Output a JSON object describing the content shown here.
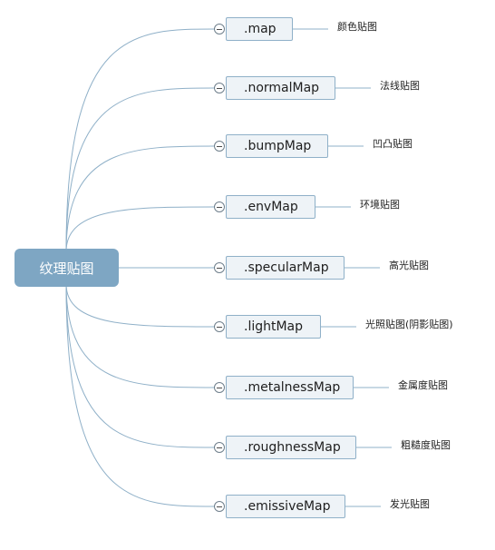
{
  "root": {
    "label": "纹理贴图"
  },
  "branches": [
    {
      "label": ".map",
      "note": "颜色贴图"
    },
    {
      "label": ".normalMap",
      "note": "法线贴图"
    },
    {
      "label": ".bumpMap",
      "note": "凹凸贴图"
    },
    {
      "label": ".envMap",
      "note": "环境贴图"
    },
    {
      "label": ".specularMap",
      "note": "高光贴图"
    },
    {
      "label": ".lightMap",
      "note": "光照贴图(阴影贴图)"
    },
    {
      "label": ".metalnessMap",
      "note": "金属度贴图"
    },
    {
      "label": ".roughnessMap",
      "note": "粗糙度贴图"
    },
    {
      "label": ".emissiveMap",
      "note": "发光贴图"
    }
  ],
  "colors": {
    "root_fill": "#7ea6c3",
    "node_fill": "#eef3f7",
    "node_border": "#8fb0c8",
    "connector": "#8fb0c8"
  }
}
